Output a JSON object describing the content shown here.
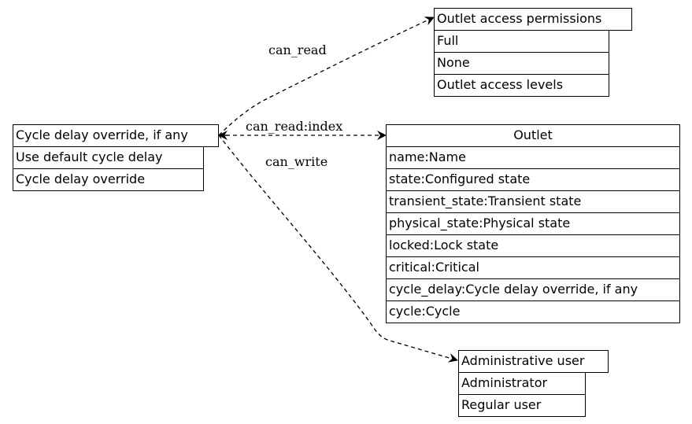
{
  "nodes": {
    "cycle_delay": {
      "header": "Cycle delay override, if any",
      "rows": [
        "Use default cycle delay",
        "Cycle delay override"
      ]
    },
    "permissions": {
      "header": "Outlet access permissions",
      "rows": [
        "Full",
        "None",
        "Outlet access levels"
      ]
    },
    "outlet": {
      "header": "Outlet",
      "rows": [
        "name:Name",
        "state:Configured state",
        "transient_state:Transient state",
        "physical_state:Physical state",
        "locked:Lock state",
        "critical:Critical",
        "cycle_delay:Cycle delay override, if any",
        "cycle:Cycle"
      ]
    },
    "admin_user": {
      "header": "Administrative user",
      "rows": [
        "Administrator",
        "Regular user"
      ]
    }
  },
  "edges": {
    "can_read": "can_read",
    "can_read_index": "can_read:index",
    "can_write": "can_write"
  }
}
